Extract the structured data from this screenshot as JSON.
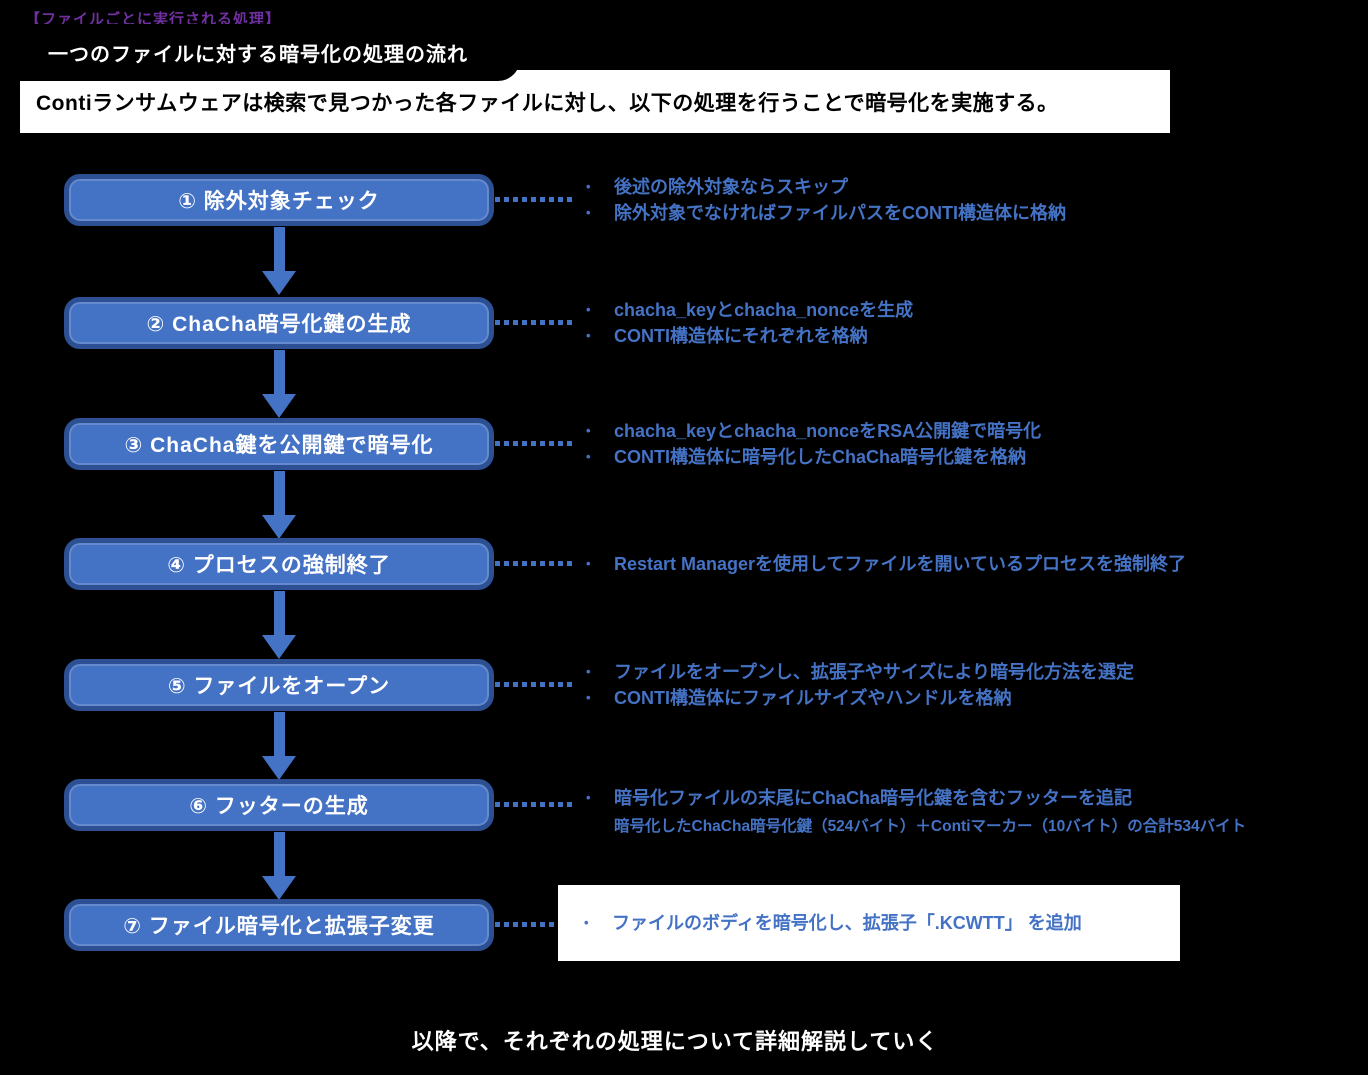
{
  "page": {
    "heading": "【ファイルごとに実行される処理】",
    "tab_title": "一つのファイルに対する暗号化の処理の流れ",
    "banner": "Contiランサムウェアは検索で見つかった各ファイルに対し、以下の処理を行うことで暗号化を実施する。",
    "footer": "以降で、それぞれの処理について詳細解説していく"
  },
  "icons": {
    "bullet": "•"
  },
  "colors": {
    "background": "#000000",
    "box_fill": "#4472C4",
    "box_border": "#2C5093",
    "note_text": "#4472C4",
    "heading_purple": "#7030A0",
    "banner_background": "#FFFFFF"
  },
  "steps": [
    {
      "label": "① 除外対象チェック",
      "notes": [
        "後述の除外対象ならスキップ",
        "除外対象でなければファイルパスをCONTI構造体に格納"
      ]
    },
    {
      "label": "② ChaCha暗号化鍵の生成",
      "notes": [
        "chacha_keyとchacha_nonceを生成",
        "CONTI構造体にそれぞれを格納"
      ]
    },
    {
      "label": "③ ChaCha鍵を公開鍵で暗号化",
      "notes": [
        "chacha_keyとchacha_nonceをRSA公開鍵で暗号化",
        "CONTI構造体に暗号化したChaCha暗号化鍵を格納"
      ]
    },
    {
      "label": "④ プロセスの強制終了",
      "notes": [
        "Restart Managerを使用してファイルを開いているプロセスを強制終了"
      ]
    },
    {
      "label": "⑤ ファイルをオープン",
      "notes": [
        "ファイルをオープンし、拡張子やサイズにより暗号化方法を選定",
        "CONTI構造体にファイルサイズやハンドルを格納"
      ]
    },
    {
      "label": "⑥ フッターの生成",
      "notes": [
        "暗号化ファイルの末尾にChaCha暗号化鍵を含むフッターを追記"
      ],
      "subnote": "暗号化したChaCha暗号化鍵（524バイト）＋Contiマーカー（10バイト）の合計534バイト"
    },
    {
      "label": "⑦ ファイル暗号化と拡張子変更",
      "notes": [
        "ファイルのボディを暗号化し、拡張子「.KCWTT」 を追加"
      ],
      "highlight": true
    }
  ]
}
